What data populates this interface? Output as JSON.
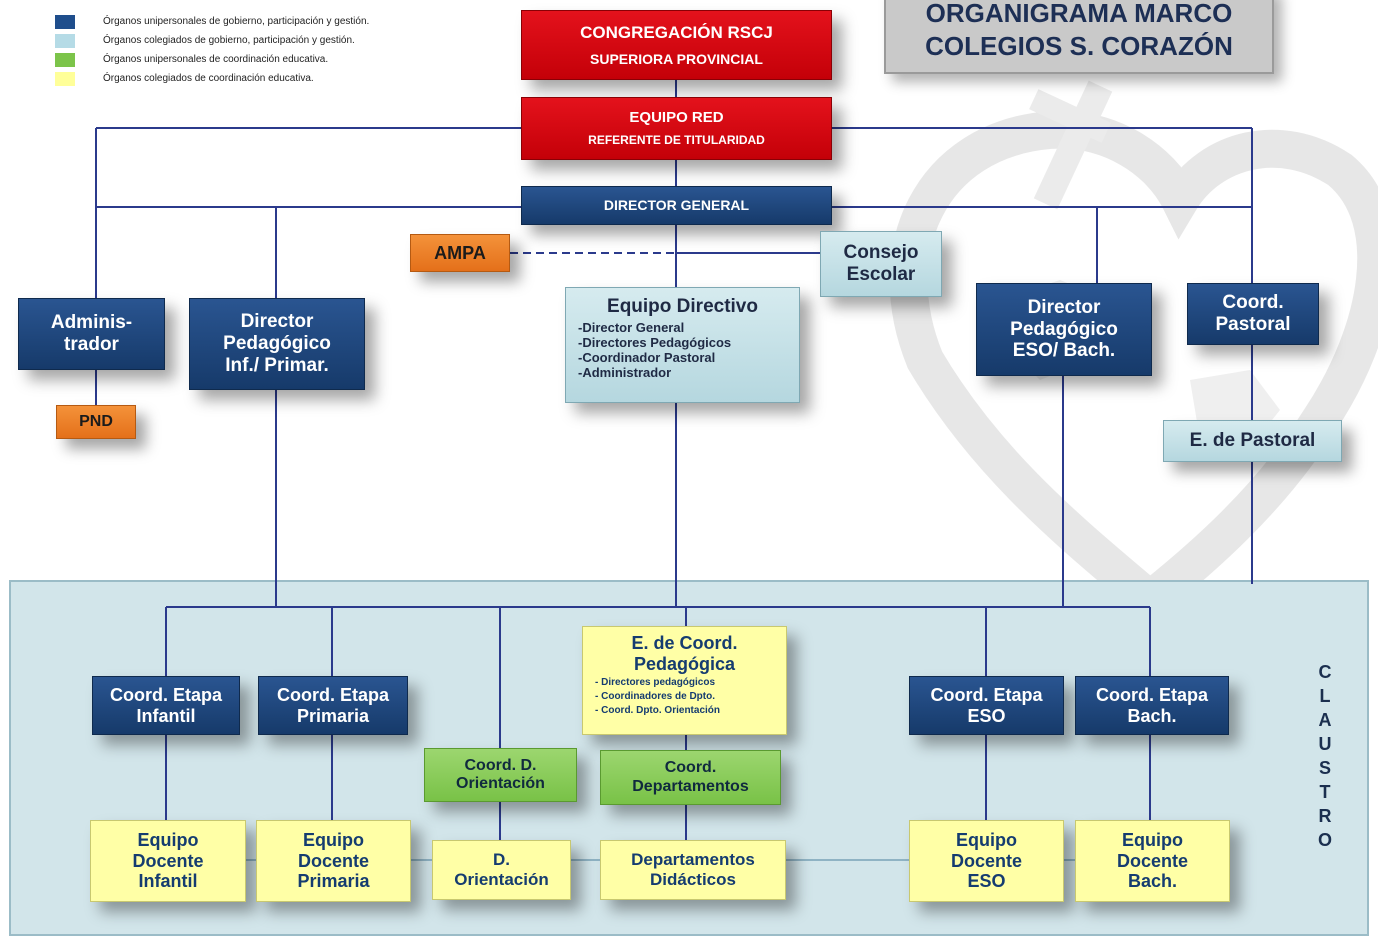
{
  "title": {
    "line1": "ORGANIGRAMA MARCO",
    "line2": "COLEGIOS S. CORAZÓN"
  },
  "legend": [
    {
      "color": "#1f4e8c",
      "text": "Órganos unipersonales de gobierno, participación y gestión."
    },
    {
      "color": "#b5dbe6",
      "text": "Órganos colegiados de gobierno, participación y gestión."
    },
    {
      "color": "#7cc44a",
      "text": "Órganos unipersonales de coordinación educativa."
    },
    {
      "color": "#ffff99",
      "text": "Órganos colegiados de coordinación educativa."
    }
  ],
  "nodes": {
    "congregacion": {
      "line1": "CONGREGACIÓN RSCJ",
      "line2": "SUPERIORA PROVINCIAL"
    },
    "equipo_red": {
      "line1": "EQUIPO RED",
      "line2": "REFERENTE DE TITULARIDAD"
    },
    "director_general": "DIRECTOR GENERAL",
    "ampa": "AMPA",
    "consejo_escolar": {
      "line1": "Consejo",
      "line2": "Escolar"
    },
    "administrador": {
      "line1": "Adminis-",
      "line2": "trador"
    },
    "pnd": "PND",
    "director_inf_prim": {
      "line1": "Director",
      "line2": "Pedagógico",
      "line3": "Inf./ Primar."
    },
    "equipo_directivo": {
      "title": "Equipo Directivo",
      "items": [
        "-Director General",
        "-Directores Pedagógicos",
        "-Coordinador Pastoral",
        "-Administrador"
      ]
    },
    "director_eso_bach": {
      "line1": "Director",
      "line2": "Pedagógico",
      "line3": "ESO/ Bach."
    },
    "coord_pastoral": {
      "line1": "Coord.",
      "line2": "Pastoral"
    },
    "e_pastoral": "E. de Pastoral",
    "e_coord_pedagogica": {
      "line1": "E. de Coord.",
      "line2": "Pedagógica",
      "items": [
        "- Directores pedagógicos",
        "- Coordinadores de Dpto.",
        "- Coord. Dpto. Orientación"
      ]
    },
    "coord_infantil": {
      "line1": "Coord. Etapa",
      "line2": "Infantil"
    },
    "coord_primaria": {
      "line1": "Coord. Etapa",
      "line2": "Primaria"
    },
    "coord_eso": {
      "line1": "Coord. Etapa",
      "line2": "ESO"
    },
    "coord_bach": {
      "line1": "Coord. Etapa",
      "line2": "Bach."
    },
    "coord_orientacion": {
      "line1": "Coord. D.",
      "line2": "Orientación"
    },
    "coord_departamentos": {
      "line1": "Coord.",
      "line2": "Departamentos"
    },
    "equipo_infantil": {
      "line1": "Equipo",
      "line2": "Docente",
      "line3": "Infantil"
    },
    "equipo_primaria": {
      "line1": "Equipo",
      "line2": "Docente",
      "line3": "Primaria"
    },
    "d_orientacion": {
      "line1": "D.",
      "line2": "Orientación"
    },
    "departamentos_didacticos": {
      "line1": "Departamentos",
      "line2": "Didácticos"
    },
    "equipo_eso": {
      "line1": "Equipo",
      "line2": "Docente",
      "line3": "ESO"
    },
    "equipo_bach": {
      "line1": "Equipo",
      "line2": "Docente",
      "line3": "Bach."
    }
  },
  "claustro": [
    "C",
    "L",
    "A",
    "U",
    "S",
    "T",
    "R",
    "O"
  ]
}
